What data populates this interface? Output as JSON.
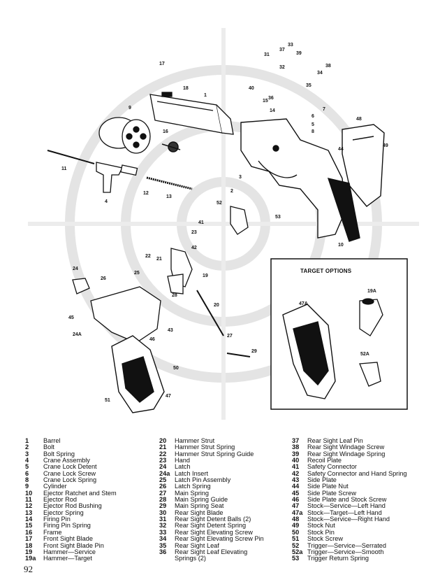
{
  "page_number": "92",
  "inset_title": "TARGET OPTIONS",
  "callouts": [
    "17",
    "18",
    "1",
    "9",
    "16",
    "11",
    "4",
    "13",
    "12",
    "14",
    "15",
    "2",
    "3",
    "5",
    "6",
    "7",
    "8",
    "10",
    "19",
    "20",
    "21",
    "22",
    "23",
    "24",
    "24A",
    "25",
    "26",
    "27",
    "28",
    "29",
    "31",
    "32",
    "33",
    "34",
    "35",
    "36",
    "37",
    "38",
    "39",
    "40",
    "41",
    "42",
    "43",
    "44",
    "45",
    "46",
    "47",
    "48",
    "49",
    "50",
    "51",
    "52",
    "53",
    "47A",
    "19A",
    "52A"
  ],
  "parts_col1": [
    {
      "num": "1",
      "label": "Barrel"
    },
    {
      "num": "2",
      "label": "Bolt"
    },
    {
      "num": "3",
      "label": "Bolt Spring"
    },
    {
      "num": "4",
      "label": "Crane Assembly"
    },
    {
      "num": "5",
      "label": "Crane Lock Detent"
    },
    {
      "num": "6",
      "label": "Crane Lock Screw"
    },
    {
      "num": "8",
      "label": "Crane Lock Spring"
    },
    {
      "num": "9",
      "label": "Cylinder"
    },
    {
      "num": "10",
      "label": "Ejector Ratchet and Stem"
    },
    {
      "num": "11",
      "label": "Ejector Rod"
    },
    {
      "num": "12",
      "label": "Ejector Rod Bushing"
    },
    {
      "num": "13",
      "label": "Ejector Spring"
    },
    {
      "num": "14",
      "label": "Firing Pin"
    },
    {
      "num": "15",
      "label": "Firing Pin Spring"
    },
    {
      "num": "16",
      "label": "Frame"
    },
    {
      "num": "17",
      "label": "Front Sight Blade"
    },
    {
      "num": "18",
      "label": "Front Sight Blade Pin"
    },
    {
      "num": "19",
      "label": "Hammer—Service"
    },
    {
      "num": "19a",
      "label": "Hammer—Target"
    }
  ],
  "parts_col2": [
    {
      "num": "20",
      "label": "Hammer Strut"
    },
    {
      "num": "21",
      "label": "Hammer Strut Spring"
    },
    {
      "num": "22",
      "label": "Hammer Strut Spring Guide"
    },
    {
      "num": "23",
      "label": "Hand"
    },
    {
      "num": "24",
      "label": "Latch"
    },
    {
      "num": "24a",
      "label": "Latch Insert"
    },
    {
      "num": "25",
      "label": "Latch Pin Assembly"
    },
    {
      "num": "26",
      "label": "Latch Spring"
    },
    {
      "num": "27",
      "label": "Main Spring"
    },
    {
      "num": "28",
      "label": "Main Spring Guide"
    },
    {
      "num": "29",
      "label": "Main Spring Seat"
    },
    {
      "num": "30",
      "label": "Rear Sight Blade"
    },
    {
      "num": "31",
      "label": "Rear Sight Detent Balls (2)"
    },
    {
      "num": "32",
      "label": "Rear Sight Detent Spring"
    },
    {
      "num": "33",
      "label": "Rear Sight Elevating Screw"
    },
    {
      "num": "34",
      "label": "Rear Sight Elevating Screw Pin"
    },
    {
      "num": "35",
      "label": "Rear Sight Leaf"
    },
    {
      "num": "36",
      "label": "Rear Sight Leaf Elevating"
    },
    {
      "num": "",
      "label": "Springs (2)"
    }
  ],
  "parts_col3": [
    {
      "num": "37",
      "label": "Rear Sight Leaf Pin"
    },
    {
      "num": "38",
      "label": "Rear Sight Windage Screw"
    },
    {
      "num": "39",
      "label": "Rear Sight Windage Spring"
    },
    {
      "num": "40",
      "label": "Recoil Plate"
    },
    {
      "num": "41",
      "label": "Safety Connector"
    },
    {
      "num": "42",
      "label": "Safety Connector and Hand Spring"
    },
    {
      "num": "43",
      "label": "Side Plate"
    },
    {
      "num": "44",
      "label": "Side Plate Nut"
    },
    {
      "num": "45",
      "label": "Side Plate Screw"
    },
    {
      "num": "46",
      "label": "Side Plate and Stock Screw"
    },
    {
      "num": "47",
      "label": "Stock—Service—Left Hand"
    },
    {
      "num": "47a",
      "label": "Stock—Target—Left Hand"
    },
    {
      "num": "48",
      "label": "Stock—Service—Right Hand"
    },
    {
      "num": "49",
      "label": "Stock Nut"
    },
    {
      "num": "50",
      "label": "Stock Pin"
    },
    {
      "num": "51",
      "label": "Stock Screw"
    },
    {
      "num": "52",
      "label": "Trigger—Service—Serrated"
    },
    {
      "num": "52a",
      "label": "Trigger—Service—Smooth"
    },
    {
      "num": "53",
      "label": "Trigger Return Spring"
    }
  ]
}
